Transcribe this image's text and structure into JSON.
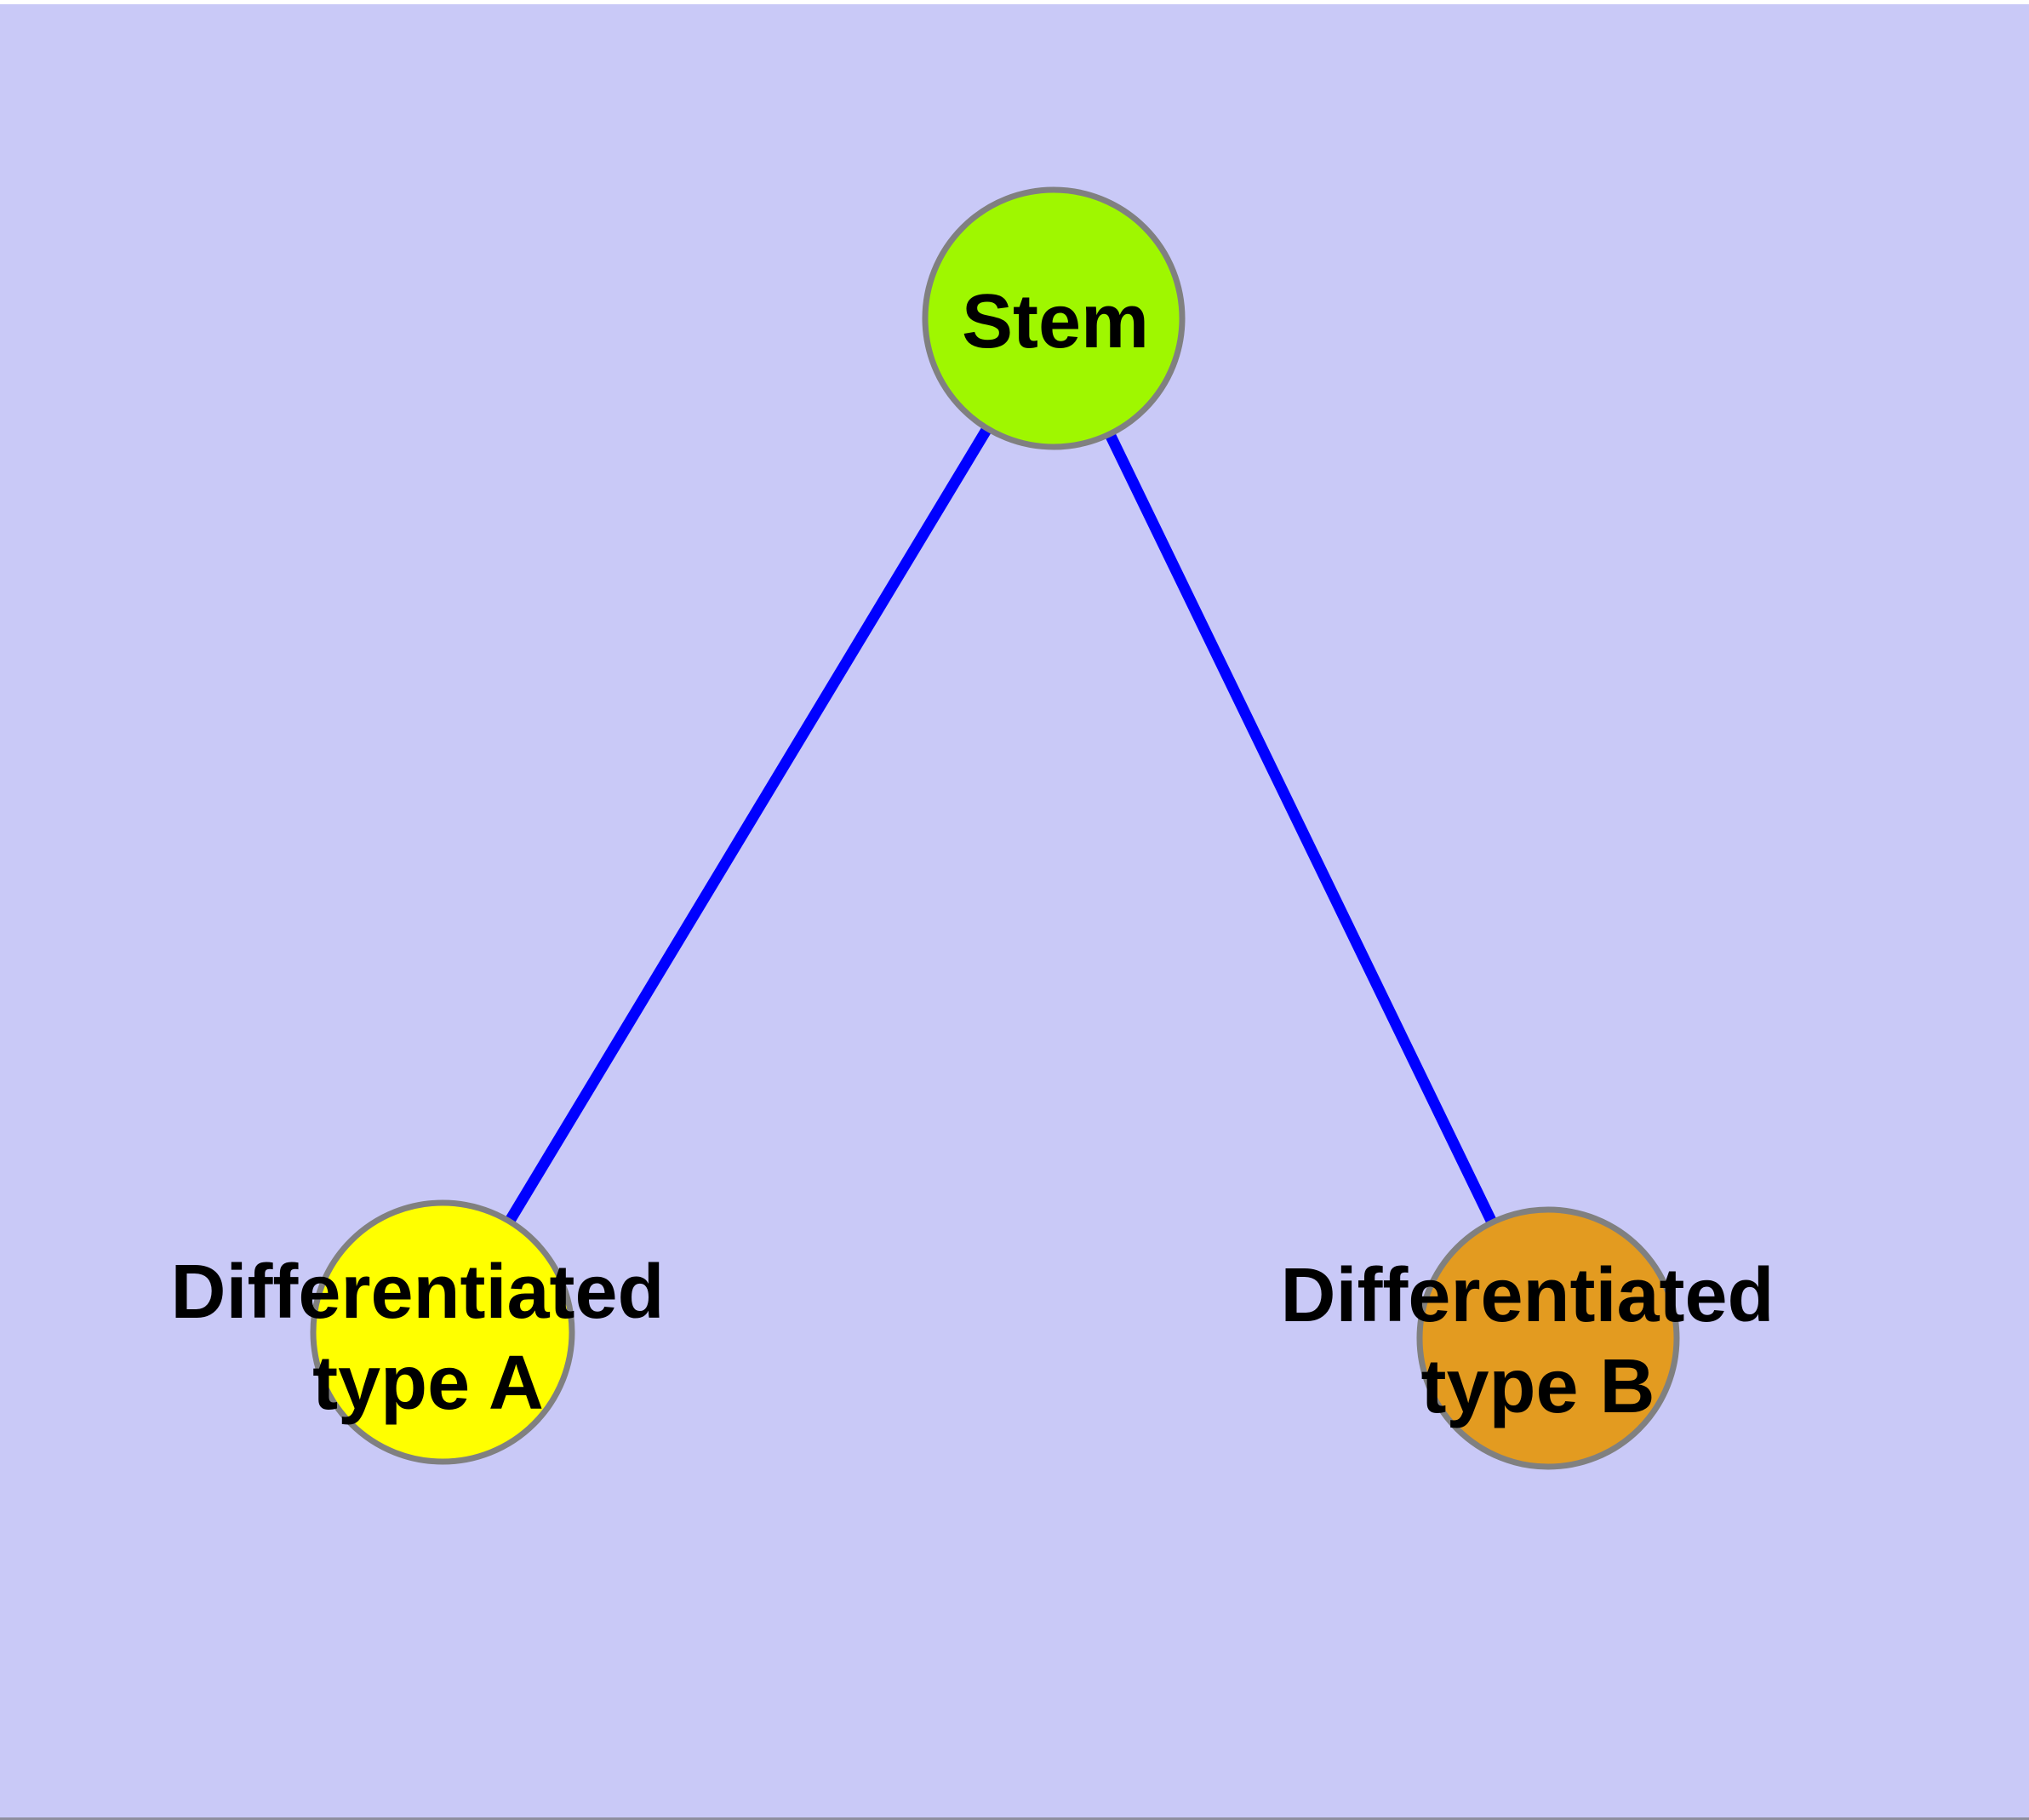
{
  "page": {
    "background_color": "#C9C9F7",
    "top_strip_color": "#FFFFFF",
    "bottom_line_color": "#8F8F9F"
  },
  "diagram": {
    "type": "node-link-graph",
    "edge_color": "#0000FF",
    "node_border_color": "#808080",
    "label_color": "#000000",
    "nodes": [
      {
        "id": "stem",
        "label": "Stem",
        "lines": [
          "Stem"
        ],
        "fill": "#9FF700"
      },
      {
        "id": "differentiated-type-a",
        "label": "Differentiated type A",
        "lines": [
          "Differentiated",
          "type A"
        ],
        "fill": "#FFFF00"
      },
      {
        "id": "differentiated-type-b",
        "label": "Differentiated type B",
        "lines": [
          "Differentiated",
          "type B"
        ],
        "fill": "#E39B20"
      }
    ],
    "edges": [
      {
        "from": "stem",
        "to": "differentiated-type-a"
      },
      {
        "from": "stem",
        "to": "differentiated-type-b"
      }
    ]
  }
}
